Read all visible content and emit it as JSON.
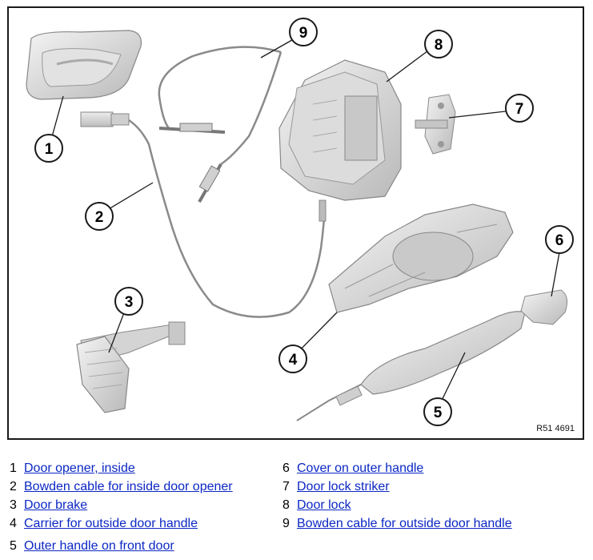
{
  "figure": {
    "ref_code": "R51 4691",
    "callouts": [
      "1",
      "2",
      "3",
      "4",
      "5",
      "6",
      "7",
      "8",
      "9"
    ]
  },
  "legend": [
    {
      "num": "1",
      "label": "Door opener, inside"
    },
    {
      "num": "2",
      "label": "Bowden cable for inside door opener"
    },
    {
      "num": "3",
      "label": "Door brake"
    },
    {
      "num": "4",
      "label": "Carrier for outside door handle"
    },
    {
      "num": "5",
      "label": "Outer handle on front door"
    },
    {
      "num": "6",
      "label": "Cover on outer handle"
    },
    {
      "num": "7",
      "label": "Door lock striker"
    },
    {
      "num": "8",
      "label": "Door lock"
    },
    {
      "num": "9",
      "label": "Bowden cable for outside door handle"
    }
  ]
}
